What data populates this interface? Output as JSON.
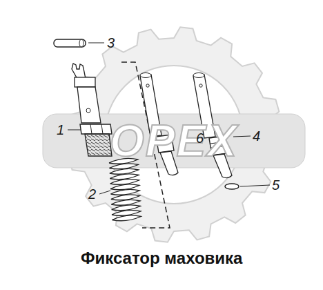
{
  "diagram": {
    "caption": "Фиксатор маховика",
    "labels": [
      "3",
      "1",
      "2",
      "6",
      "4",
      "5",
      "OPEX"
    ]
  }
}
